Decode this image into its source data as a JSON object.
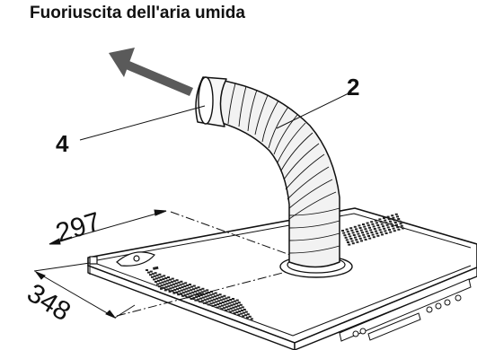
{
  "title": "Fuoriuscita dell'aria umida",
  "callouts": {
    "part_2": "2",
    "part_4": "4"
  },
  "dimensions": {
    "width_mm": "297",
    "depth_mm": "348"
  },
  "colors": {
    "line": "#111111",
    "arrow_fill": "#5a5a5a",
    "duct_fill": "#f2f2f2",
    "panel_fill": "#ffffff"
  }
}
